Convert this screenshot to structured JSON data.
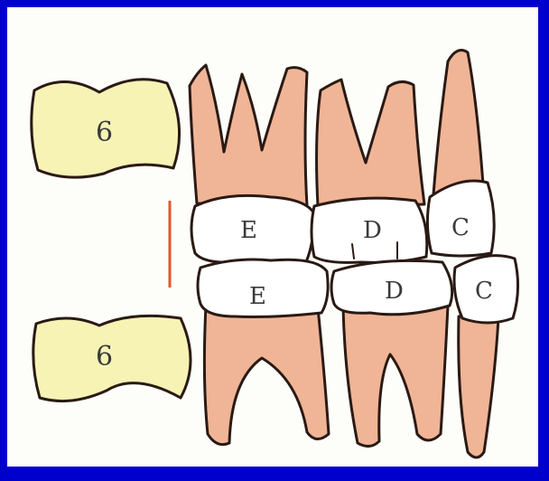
{
  "colors": {
    "frame": "#0000cc",
    "paper": "#fdfdf9",
    "root": "#f0b596",
    "crown": "#ffffff",
    "germ": "#f6f3b5",
    "outline": "#2a1a14",
    "indicator_line": "#e4572e"
  },
  "labels": {
    "upper_molar": "6",
    "lower_molar": "6",
    "upper_e": "E",
    "upper_d": "D",
    "upper_c": "C",
    "lower_e": "E",
    "lower_d": "D",
    "lower_c": "C"
  }
}
